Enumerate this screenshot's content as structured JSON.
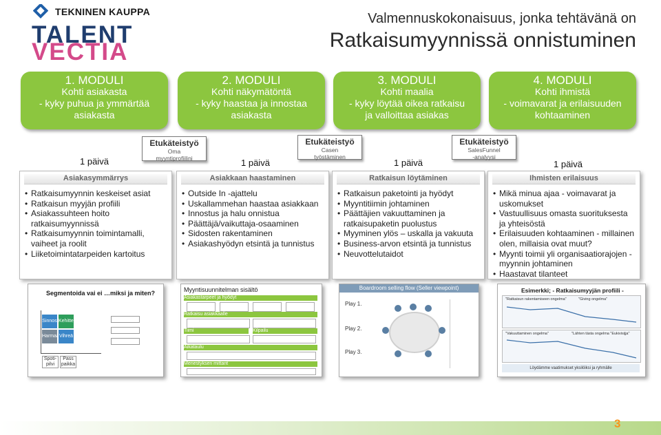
{
  "header": {
    "logo_text": "TEKNINEN KAUPPA",
    "brand_line1": "TALENT",
    "brand_line2": "VECTIA",
    "title_line1": "Valmennuskokonaisuus, jonka tehtävänä on",
    "title_line2": "Ratkaisumyynnissä onnistuminen"
  },
  "modules": [
    {
      "title": "1. MODULI",
      "line1": "Kohti asiakasta",
      "line2": "- kyky puhua ja ymmärtää",
      "line3": "asiakasta"
    },
    {
      "title": "2. MODULI",
      "line1": "Kohti näkymätöntä",
      "line2": "- kyky haastaa ja innostaa",
      "line3": "asiakasta"
    },
    {
      "title": "3. MODULI",
      "line1": "Kohti maalia",
      "line2": "- kyky löytää oikea ratkaisu",
      "line3": "ja valloittaa asiakas"
    },
    {
      "title": "4. MODULI",
      "line1": "Kohti ihmistä",
      "line2": "- voimavarat ja erilaisuuden",
      "line3": "kohtaaminen"
    }
  ],
  "days": [
    "1 päivä",
    "1 päivä",
    "1 päivä",
    "1 päivä"
  ],
  "pre_assignments": [
    {
      "title": "Etukäteistyö",
      "sub1": "Oma",
      "sub2": "myyntiprofiilini"
    },
    {
      "title": "Etukäteistyö",
      "sub1": "Casen",
      "sub2": "työstäminen"
    },
    {
      "title": "Etukäteistyö",
      "sub1": "SalesFunnel",
      "sub2": "-analyysi"
    }
  ],
  "panels": [
    {
      "heading": "Asiakasymmärrys",
      "items": [
        "Ratkaisumyynnin keskeiset asiat",
        "Ratkaisun myyjän profiili",
        "Asiakassuhteen hoito ratkaisumyynnissä",
        "Ratkaisumyynnin toimintamalli, vaiheet ja roolit",
        "Liiketoimintatarpeiden kartoitus"
      ]
    },
    {
      "heading": "Asiakkaan haastaminen",
      "items": [
        "Outside In -ajattelu",
        "Uskallammehan haastaa asiakkaan",
        "Innostus ja halu onnistua",
        "Päättäjä/vaikuttaja-osaaminen",
        "Sidosten rakentaminen",
        "Asiakashyödyn etsintä ja tunnistus"
      ]
    },
    {
      "heading": "Ratkaisun löytäminen",
      "items": [
        "Ratkaisun paketointi ja hyödyt",
        "Myyntitiimin johtaminen",
        "Päättäjien vakuuttaminen ja ratkaisupaketin puolustus",
        "Myyminen ylös – uskalla ja vakuuta",
        "Business-arvon etsintä ja tunnistus",
        "Neuvottelutaidot"
      ]
    },
    {
      "heading": "Ihmisten erilaisuus",
      "items": [
        "Mikä minua ajaa - voimavarat ja uskomukset",
        "Vastuullisuus omasta suorituksesta ja yhteisöstä",
        "Erilaisuuden kohtaaminen - millainen olen, millaisia ovat muut?",
        "Myynti toimii yli organisaatiorajojen - myynnin johtaminen",
        "Haastavat tilanteet"
      ]
    }
  ],
  "thumbs": {
    "t1_title": "Segmentoida vai ei …miksi ja miten?",
    "t1_cells": [
      "Sinnos",
      "Kehittele",
      "Harmaa",
      "Vihreä",
      "Spoti-pilvi",
      "Pass paikka"
    ],
    "t2_title": "Myyntisuunnitelman sisältö",
    "t2_rows": [
      "Asiakastarpeet ja hyödyt",
      "Ratkaisu asiakkaalle",
      "Tiimi",
      "Kilpailu",
      "Aikataulu",
      "Menestyksen mittarit"
    ],
    "t3_title": "Boardroom selling flow (Seller viewpoint)",
    "t3_plays": [
      "Play 1.",
      "Play 2.",
      "Play 3."
    ],
    "t4_title": "Esimerkki; - Ratkaisumyyjän profiili -",
    "t4_sub1": "\"Ratkaisun rakentamiseen ongelma\"",
    "t4_sub2": "\"Giving ongelma\"",
    "t4_sub3": "\"Vakuuttaminen ongelma\"",
    "t4_sub4": "\"Lähten tästa ongelma \"Eukivisijja\"",
    "t4_footer": "Löydämme vaatimukset yksilöiksi ja ryhmälle",
    "page_number": "3"
  },
  "colors": {
    "module_green": "#8cc63f",
    "brand_blue": "#1f3d6e",
    "brand_pink": "#d44a8a",
    "page_num": "#f7941d"
  }
}
